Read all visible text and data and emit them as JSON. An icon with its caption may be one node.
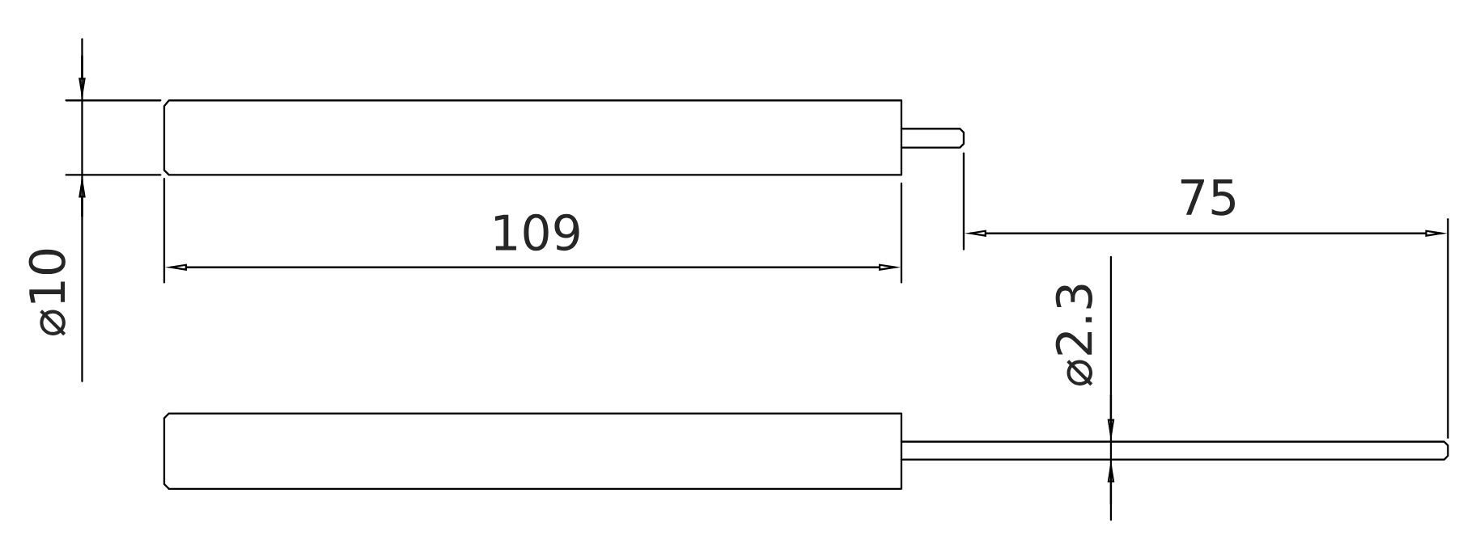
{
  "diagram": {
    "labels": [
      "⌀10",
      "109",
      "75",
      "⌀2.3"
    ]
  }
}
